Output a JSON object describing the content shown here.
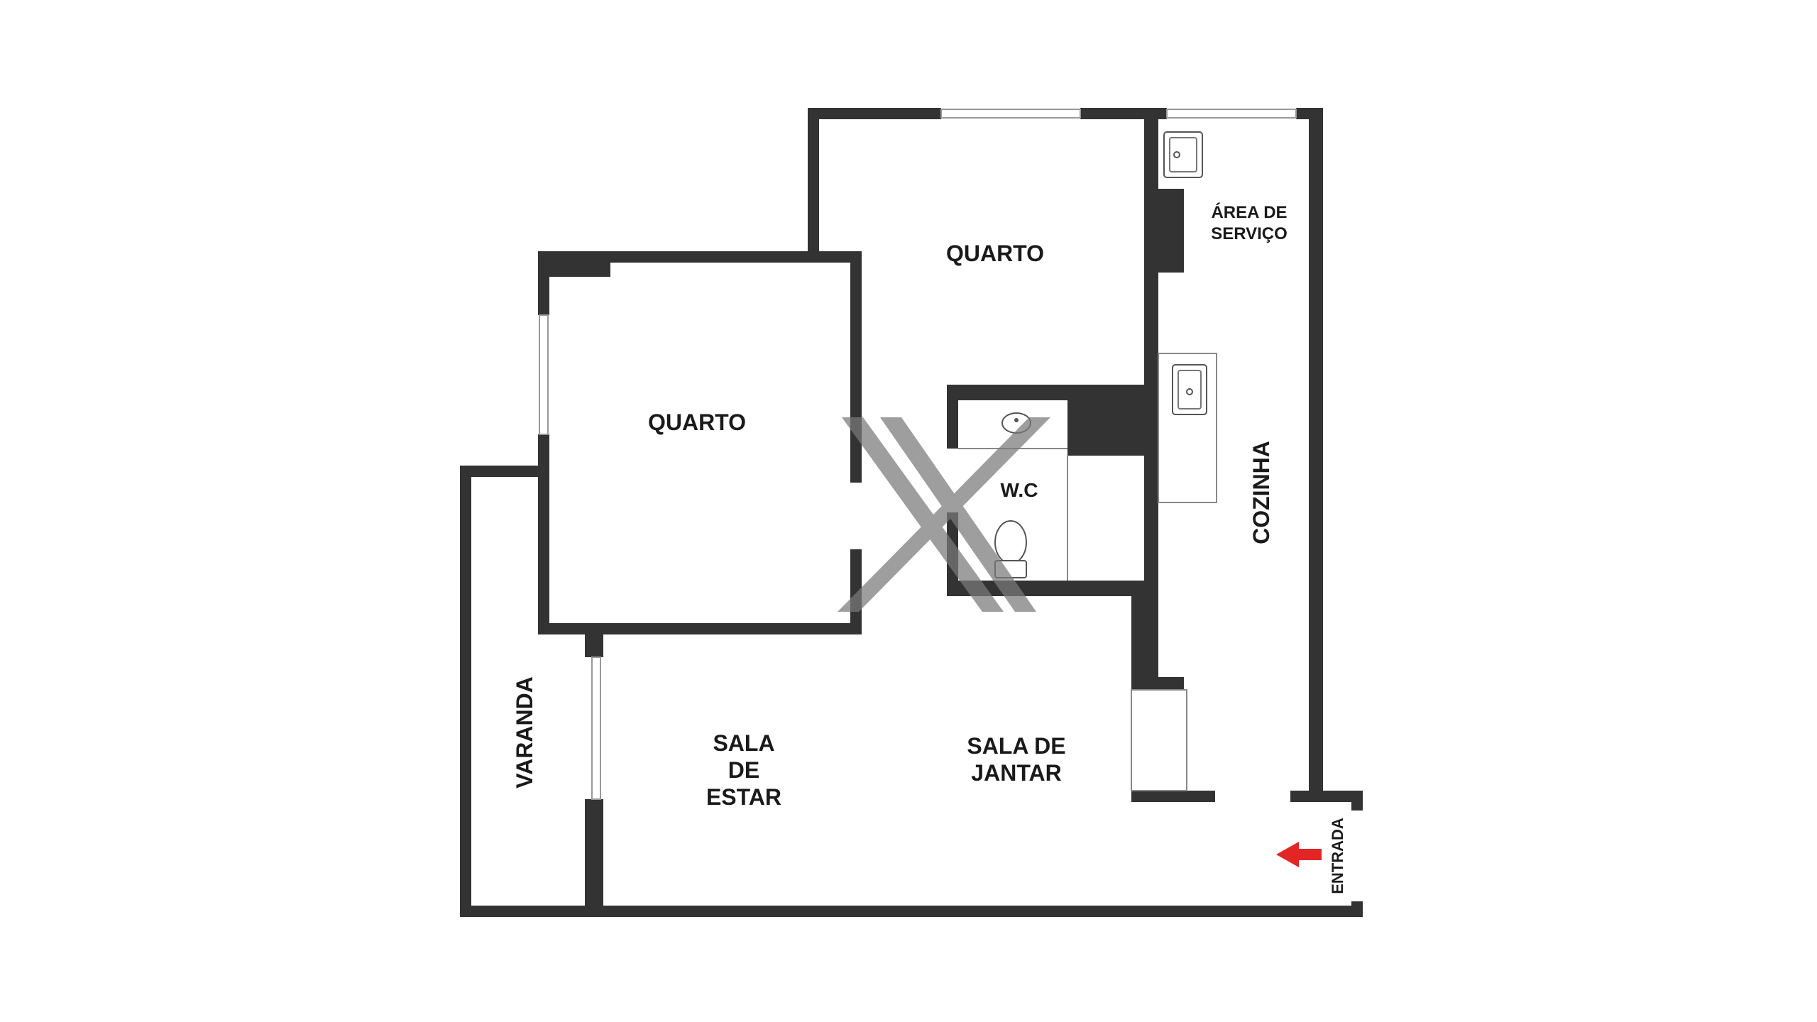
{
  "floor_plan": {
    "rooms": {
      "quarto_upper": "QUARTO",
      "quarto_left": "QUARTO",
      "area_servico_line1": "ÁREA DE",
      "area_servico_line2": "SERVIÇO",
      "wc": "W.C",
      "cozinha": "COZINHA",
      "varanda": "VARANDA",
      "sala_estar_line1": "SALA",
      "sala_estar_line2": "DE",
      "sala_estar_line3": "ESTAR",
      "sala_jantar_line1": "SALA DE",
      "sala_jantar_line2": "JANTAR",
      "entrada": "ENTRADA"
    },
    "colors": {
      "wall": "#333333",
      "entrance_arrow": "#e32526",
      "watermark": "#7a7a7a"
    },
    "icons": [
      "sink-icon",
      "toilet-icon",
      "entrance-arrow-icon",
      "watermark-logo"
    ]
  }
}
